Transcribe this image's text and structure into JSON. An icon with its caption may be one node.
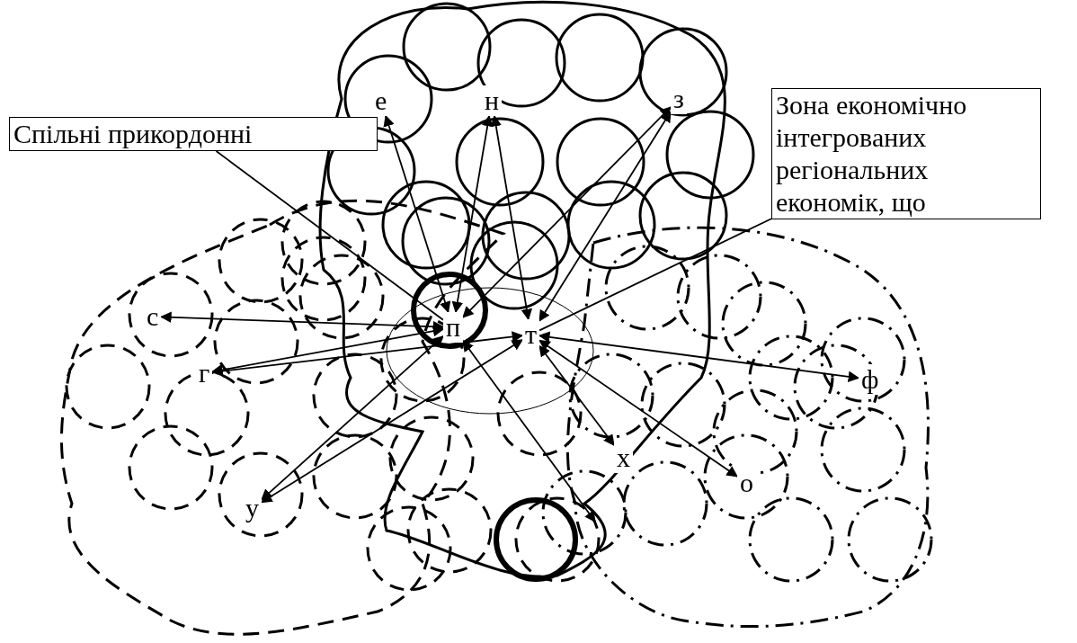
{
  "diagram": {
    "nodes": [
      {
        "text": [
          "Спільні прикордонні"
        ]
      },
      {
        "text": [
          "Зона економічно інтегрованих регіональних економік, що"
        ]
      },
      {
        "text": [
          "е"
        ]
      },
      {
        "text": [
          "н"
        ]
      },
      {
        "text": [
          "з"
        ]
      },
      {
        "text": [
          "п"
        ]
      },
      {
        "text": [
          "т"
        ]
      },
      {
        "text": [
          "с"
        ]
      },
      {
        "text": [
          "г"
        ]
      },
      {
        "text": [
          "у"
        ]
      },
      {
        "text": [
          "ф"
        ]
      },
      {
        "text": [
          "х"
        ]
      },
      {
        "text": [
          "о"
        ]
      }
    ],
    "edges": [
      {
        "from": 0,
        "to": 5,
        "arrow": "none"
      },
      {
        "from": 1,
        "to": 6,
        "arrow": "none"
      },
      {
        "from": 5,
        "to": 2,
        "arrow": "both"
      },
      {
        "from": 5,
        "to": 3,
        "arrow": "both"
      },
      {
        "from": 6,
        "to": 3,
        "arrow": "both"
      },
      {
        "from": 5,
        "to": 4,
        "arrow": "both"
      },
      {
        "from": 6,
        "to": 4,
        "arrow": "both"
      },
      {
        "from": 5,
        "to": 7,
        "arrow": "both"
      },
      {
        "from": 5,
        "to": 8,
        "arrow": "both"
      },
      {
        "from": 6,
        "to": 8,
        "arrow": "both"
      },
      {
        "from": 5,
        "to": 9,
        "arrow": "both"
      },
      {
        "from": 6,
        "to": 9,
        "arrow": "both"
      },
      {
        "from": 6,
        "to": 10,
        "arrow": "both"
      },
      {
        "from": 6,
        "to": 11,
        "arrow": "both"
      },
      {
        "from": 6,
        "to": 12,
        "arrow": "both"
      },
      {
        "from": 5,
        "to": null,
        "arrow": "both"
      }
    ]
  }
}
